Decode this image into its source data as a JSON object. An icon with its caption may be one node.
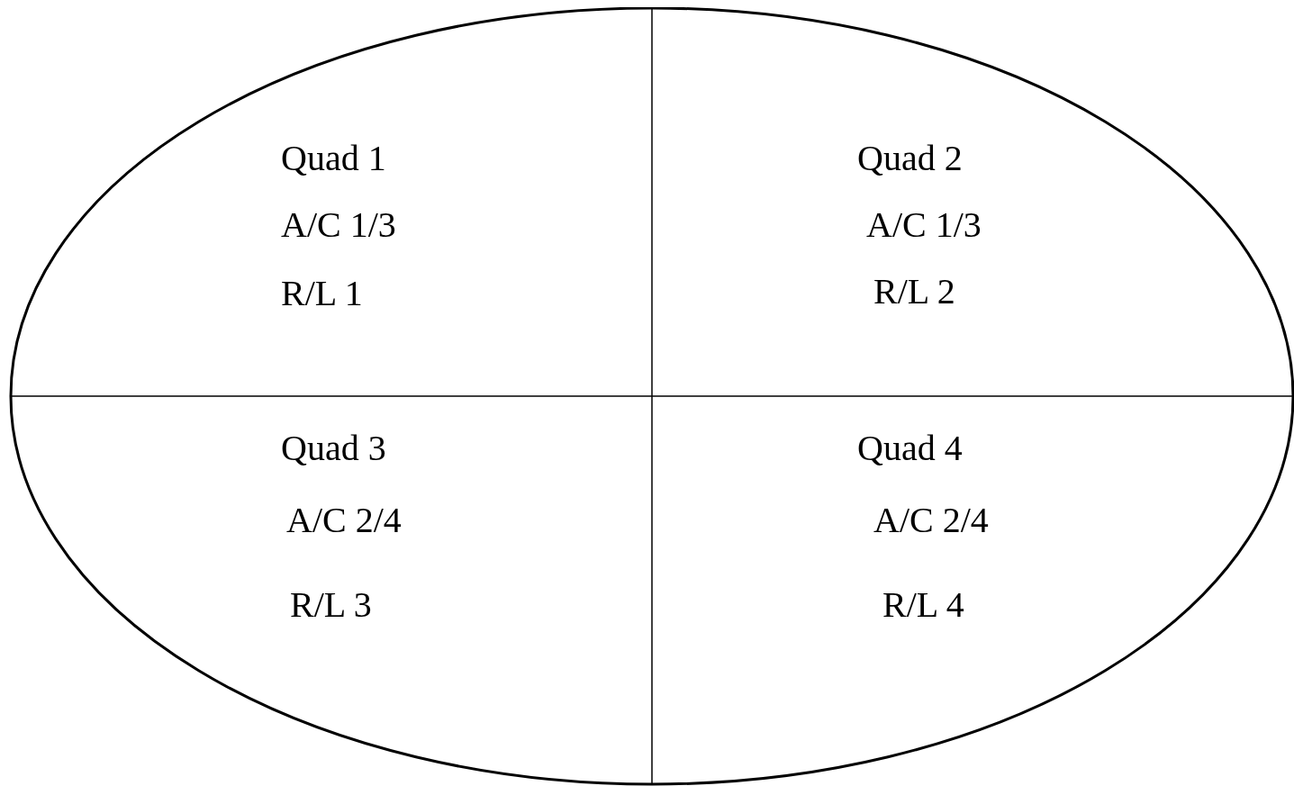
{
  "diagram": {
    "nodes": [
      {
        "text": [],
        "shape": "ellipse"
      },
      {
        "text": [
          "Quad 1",
          "A/C 1/3",
          "R/L 1"
        ],
        "in": 0
      },
      {
        "text": [
          "Quad 2",
          "A/C 1/3",
          "R/L 2"
        ],
        "in": 0
      },
      {
        "text": [
          "Quad 3",
          "A/C 2/4",
          "R/L 3"
        ],
        "in": 0
      },
      {
        "text": [
          "Quad 4",
          "A/C 2/4",
          "R/L 4"
        ],
        "in": 0
      }
    ]
  }
}
